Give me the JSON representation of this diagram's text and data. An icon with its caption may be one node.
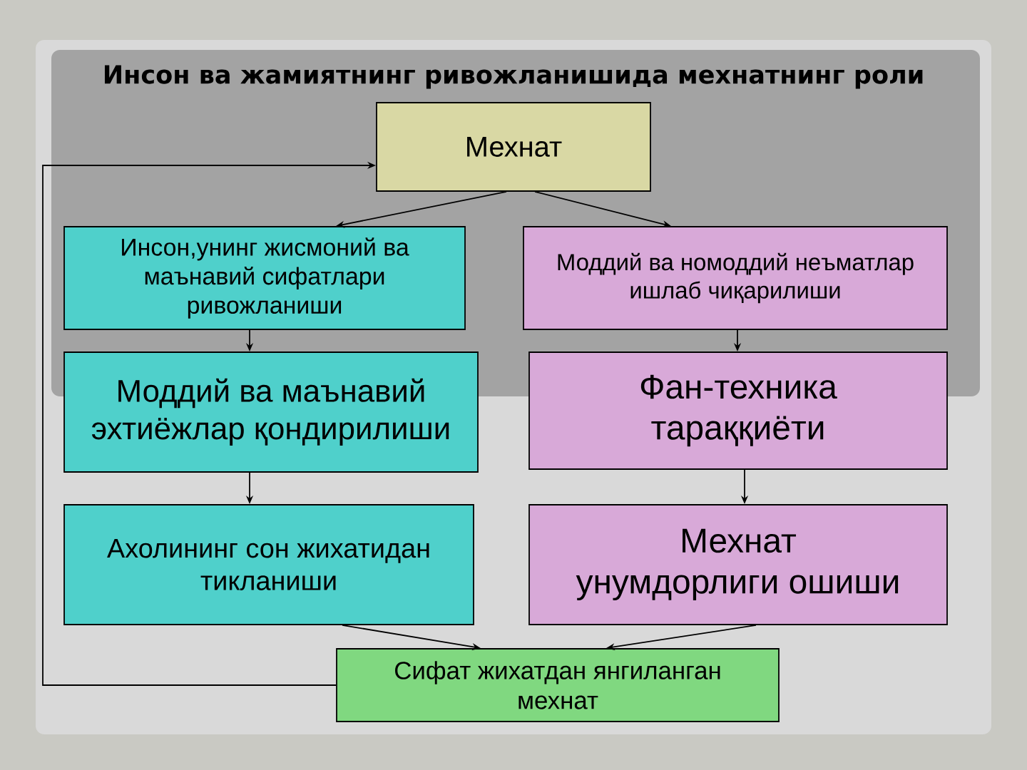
{
  "diagram": {
    "title": "Инсон ва жамиятнинг ривожланишида мехнатнинг роли",
    "nodes": [
      {
        "text": [
          "Мехнат"
        ]
      },
      {
        "text": [
          "Инсон,унинг жисмоний ва маънавий сифатлари ривожланиши"
        ]
      },
      {
        "text": [
          "Моддий ва номоддий неъматлар ишлаб чиқарилиши"
        ]
      },
      {
        "text": [
          "Моддий ва маънавий эхтиёжлар қондирилиши"
        ]
      },
      {
        "text": [
          "Фан-техника тараққиёти"
        ]
      },
      {
        "text": [
          "Ахолининг сон жихатидан тикланиши"
        ]
      },
      {
        "text": [
          "Мехнат унумдорлиги ошиши"
        ]
      },
      {
        "text": [
          "Сифат жихатдан янгиланган мехнат"
        ]
      }
    ],
    "edges": [
      {
        "from": 0,
        "to": 1,
        "arrow": "to"
      },
      {
        "from": 0,
        "to": 2,
        "arrow": "to"
      },
      {
        "from": 1,
        "to": 3,
        "arrow": "to"
      },
      {
        "from": 2,
        "to": 4,
        "arrow": "to"
      },
      {
        "from": 3,
        "to": 5,
        "arrow": "to"
      },
      {
        "from": 4,
        "to": 6,
        "arrow": "to"
      },
      {
        "from": 5,
        "to": 7,
        "arrow": "to"
      },
      {
        "from": 6,
        "to": 7,
        "arrow": "to"
      },
      {
        "from": 7,
        "to": 0,
        "arrow": "to"
      }
    ]
  }
}
